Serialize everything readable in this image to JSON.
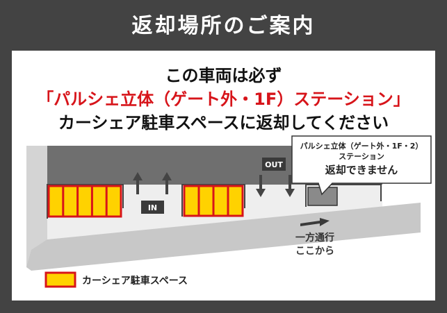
{
  "title": "返却場所のご案内",
  "notice": {
    "line1": "この車両は必ず",
    "line2": "「パルシェ立体（ゲート外・1F）ステーション」",
    "line3": "カーシェア駐車スペースに返却してください"
  },
  "map": {
    "in_label": "IN",
    "out_label": "OUT",
    "callout_line1": "パルシェ立体（ゲート外・1F・2）",
    "callout_line2": "ステーション",
    "callout_line3": "返却できません",
    "oneway_line1": "一方通行",
    "oneway_line2": "ここから"
  },
  "legend": {
    "label": "カーシェア駐車スペース"
  },
  "colors": {
    "frame": "#434343",
    "accent_red": "#d7141a",
    "space_yellow": "#ffd200"
  }
}
